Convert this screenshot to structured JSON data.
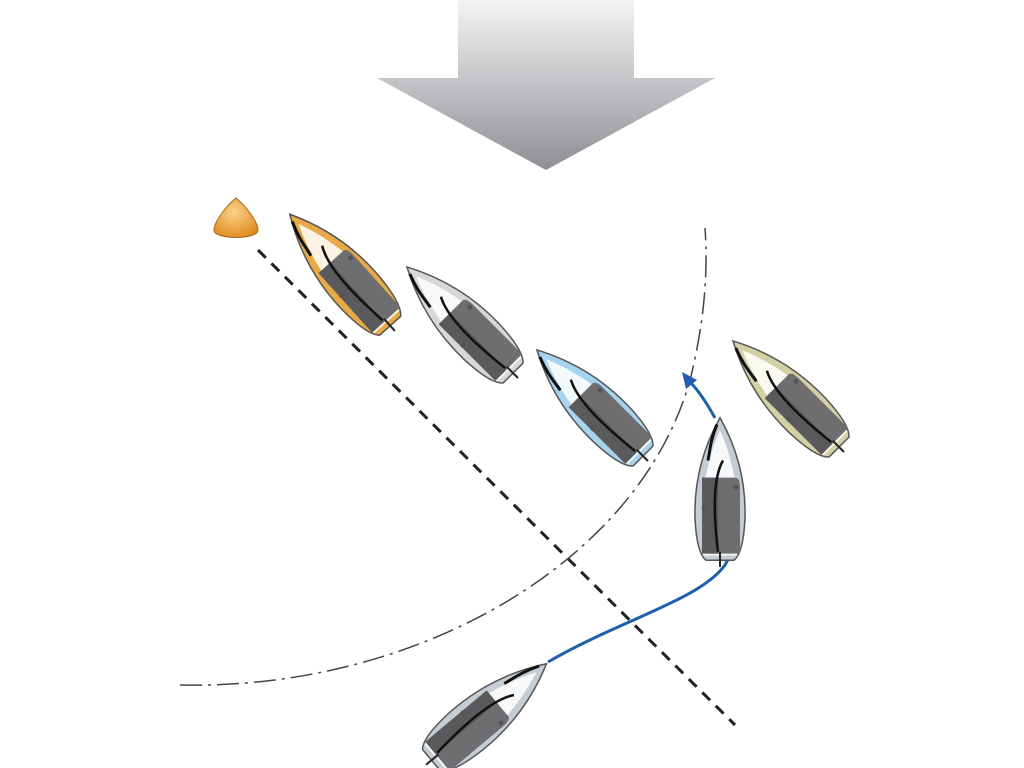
{
  "colors": {
    "mark": "#e9a23b",
    "wind_arrow_top": "#f4f4f5",
    "wind_arrow_bottom": "#8e8f94",
    "course_path": "#1f5fae",
    "boat_orange": "#e8aa48",
    "boat_gray": "#d6d7d9",
    "boat_blue": "#a6d3ee",
    "boat_tan": "#d3d0a4",
    "boat_steel": "#c4cdd6"
  },
  "icons": {
    "wind": "wind-direction-arrow",
    "mark": "mark-buoy",
    "boat": "sailboat-topview"
  }
}
